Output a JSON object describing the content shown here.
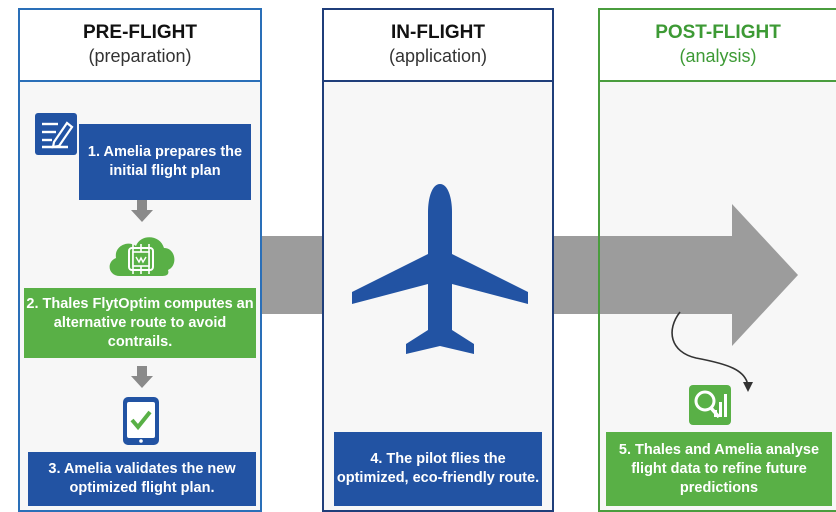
{
  "columns": {
    "pre": {
      "title": "PRE-FLIGHT",
      "subtitle": "(preparation)"
    },
    "in": {
      "title": "IN-FLIGHT",
      "subtitle": "(application)"
    },
    "post": {
      "title": "POST-FLIGHT",
      "subtitle": "(analysis)"
    }
  },
  "steps": {
    "s1": "1. Amelia prepares the initial flight plan",
    "s2": "2. Thales FlytOptim computes an alternative route to avoid contrails.",
    "s3": "3. Amelia validates the new optimized flight plan.",
    "s4": "4. The pilot flies the optimized, eco-friendly route.",
    "s5": "5. Thales and Amelia analyse flight data to refine future predictions"
  },
  "icons": {
    "plan": "document-edit-icon",
    "cloud": "cloud-chip-icon",
    "tablet": "tablet-check-icon",
    "plane": "airplane-icon",
    "analytics": "analytics-search-icon"
  },
  "colors": {
    "blue": "#2253a3",
    "green": "#59b046",
    "arrow": "#9a9a9a"
  }
}
